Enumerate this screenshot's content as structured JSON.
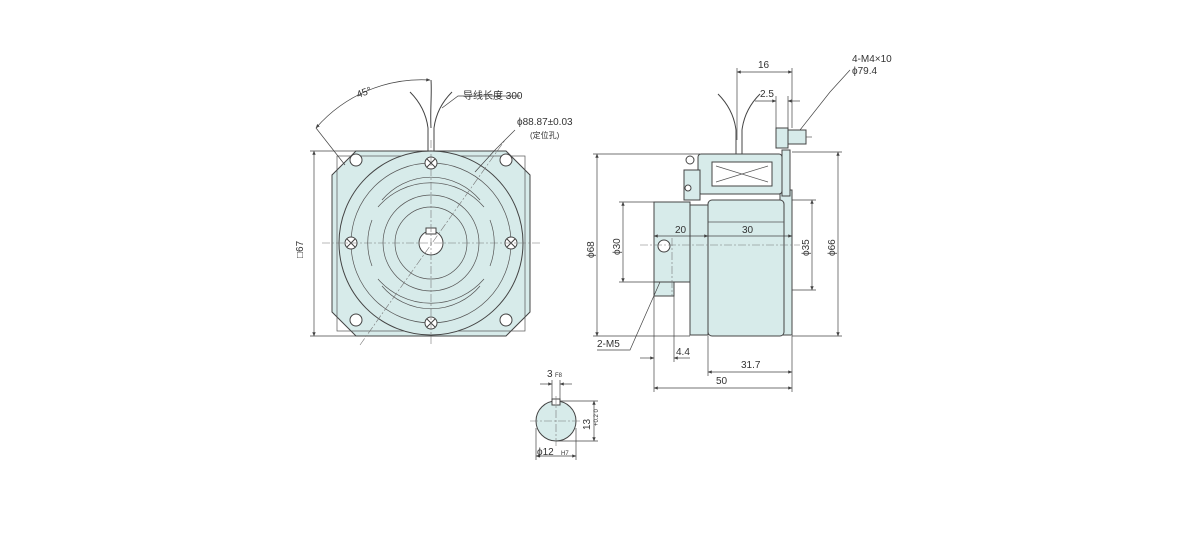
{
  "front_view": {
    "angle": "45°",
    "lead_wire": "导线长度 300",
    "pilot_dia": "ϕ88.87±0.03",
    "pilot_note": "(定位孔)",
    "square_size": "□67"
  },
  "side_view": {
    "top_width": "16",
    "screw_spec": "4-M4×10",
    "bolt_circle": "ϕ79.4",
    "gap": "2.5",
    "dia_68": "ϕ68",
    "dia_30": "ϕ30",
    "dia_35": "ϕ35",
    "dia_66": "ϕ66",
    "len_20": "20",
    "len_30": "30",
    "tap": "2-M5",
    "len_4_4": "4.4",
    "len_31_7": "31.7",
    "len_50": "50"
  },
  "shaft_section": {
    "key_width": "3",
    "key_tol": "F8",
    "key_height": "13",
    "key_height_tol": "+0.2 0",
    "bore": "ϕ12",
    "bore_tol": "H7"
  },
  "colors": {
    "body_fill": "#d7ebea",
    "line": "#444444"
  }
}
